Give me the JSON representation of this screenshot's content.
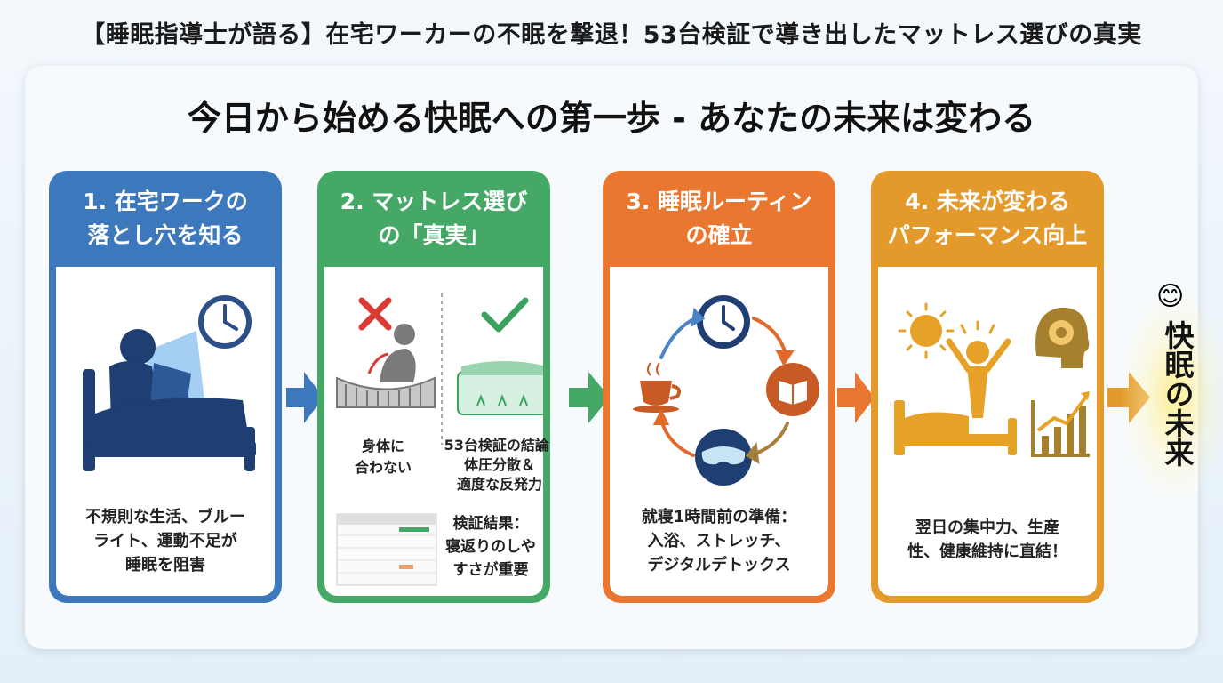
{
  "header": {
    "title": "【睡眠指導士が語る】在宅ワーカーの不眠を撃退！53台検証で導き出したマットレス選びの真実"
  },
  "main": {
    "title": "今日から始める快眠への第一歩 - あなたの未来は変わる"
  },
  "steps": [
    {
      "title": "1. 在宅ワークの\n落とし穴を知る",
      "description": "不規則な生活、ブルー\nライト、運動不足が\n睡眠を阻害",
      "color": "#3d78bd",
      "icons": [
        "clock-icon",
        "person-in-bed-with-laptop-icon"
      ]
    },
    {
      "title": "2. マットレス選び\nの「真実」",
      "bad_label": "身体に\n合わない",
      "good_label": "53台検証の結論:\n体圧分散＆\n適度な反発力",
      "result_label": "検証結果：\n寝返りのしや\nすさが重要",
      "color": "#46a867",
      "icons": [
        "cross-icon",
        "check-icon",
        "sagging-mattress-icon",
        "supportive-mattress-icon",
        "results-table-icon"
      ]
    },
    {
      "title": "3. 睡眠ルーティン\nの確立",
      "description": "就寝1時間前の準備：\n入浴、ストレッチ、\nデジタルデトックス",
      "color": "#e9772f",
      "icons": [
        "clock-icon",
        "book-icon",
        "sleep-mask-icon",
        "coffee-cup-icon"
      ]
    },
    {
      "title": "4. 未来が変わる\nパフォーマンス向上",
      "description": "翌日の集中力、生産\n性、健康維持に直結！",
      "color": "#e39a2a",
      "icons": [
        "sun-icon",
        "brain-head-icon",
        "person-waking-icon",
        "growth-chart-icon"
      ]
    }
  ],
  "future": {
    "label": "快眠の未来",
    "emoji": "😊"
  }
}
